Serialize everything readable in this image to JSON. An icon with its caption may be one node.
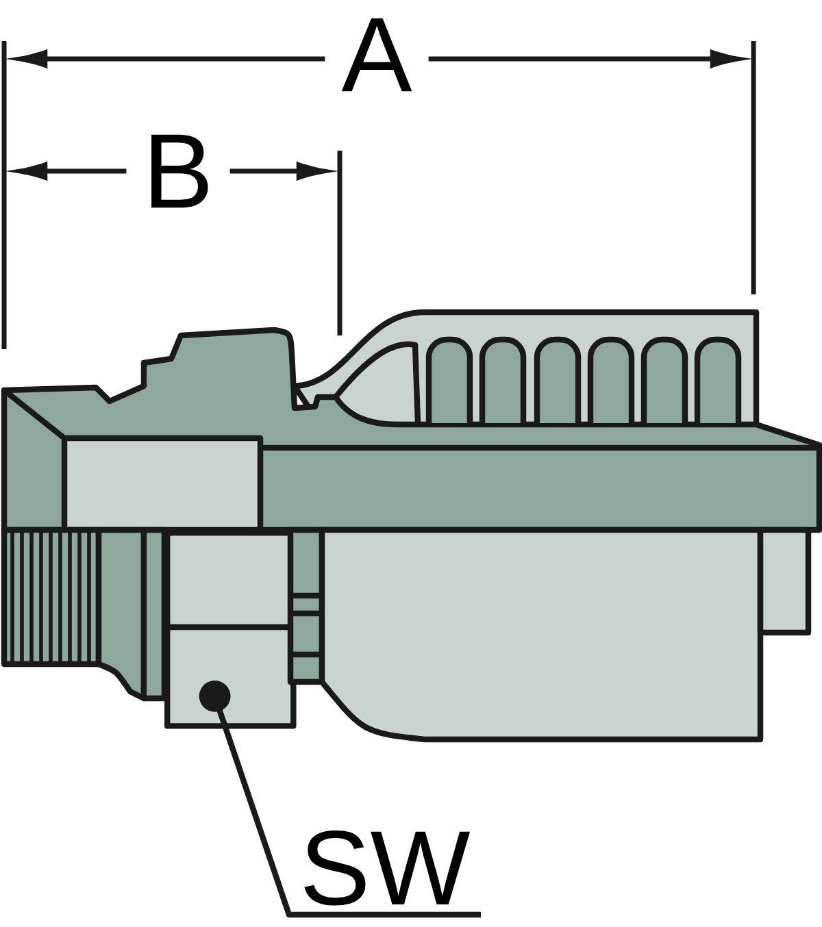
{
  "diagram": {
    "nodes": [
      {
        "text": [
          "SW"
        ]
      },
      {
        "text": [],
        "shape": "box"
      }
    ],
    "edges": [
      {
        "from": 0,
        "to": 1,
        "arrow": "other"
      }
    ],
    "labels": [
      "A",
      "B"
    ]
  }
}
